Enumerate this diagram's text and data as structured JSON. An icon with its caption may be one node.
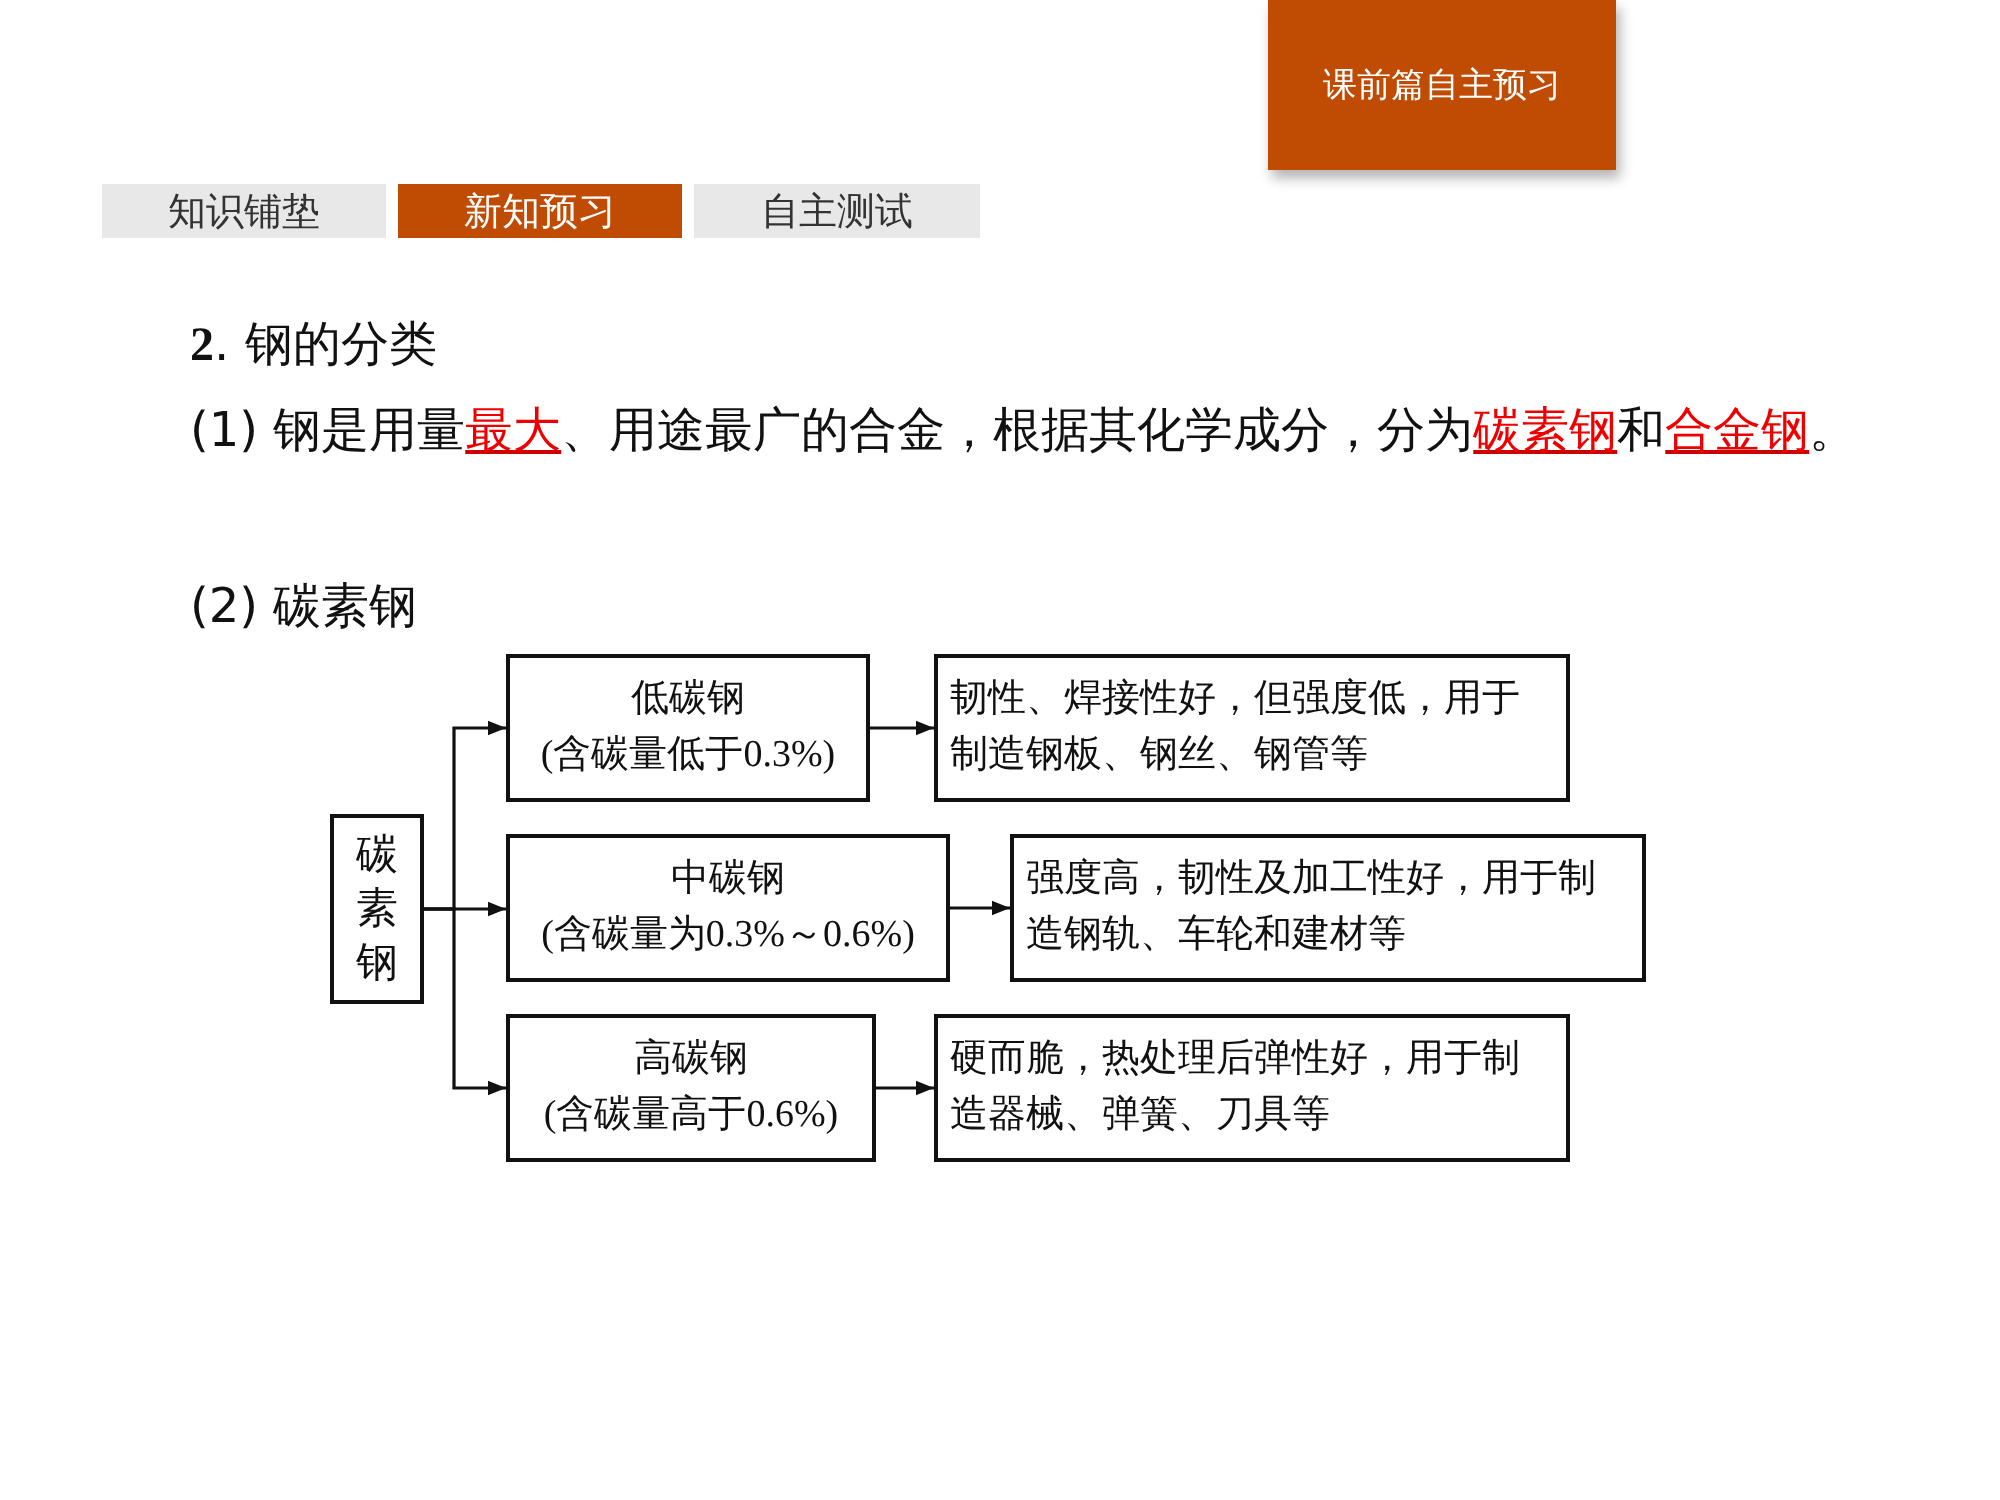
{
  "diagram": {
    "nodes": [
      {
        "text": [
          "碳素钢"
        ]
      },
      {
        "text": [
          "低碳钢",
          "(含碳量低于0.3%)"
        ]
      },
      {
        "text": [
          "韧性、焊接性好，但强度低，用于制造钢板、钢丝、钢管等"
        ]
      },
      {
        "text": [
          "中碳钢",
          "(含碳量为0.3%～0.6%)"
        ]
      },
      {
        "text": [
          "强度高，韧性及加工性好，用于制造钢轨、车轮和建材等"
        ]
      },
      {
        "text": [
          "高碳钢",
          "(含碳量高于0.6%)"
        ]
      },
      {
        "text": [
          "硬而脆，热处理后弹性好，用于制造器械、弹簧、刀具等"
        ]
      }
    ],
    "edges": [
      {
        "from": 0,
        "to": 1,
        "arrow": "to"
      },
      {
        "from": 0,
        "to": 3,
        "arrow": "to"
      },
      {
        "from": 0,
        "to": 5,
        "arrow": "to"
      },
      {
        "from": 1,
        "to": 2,
        "arrow": "to"
      },
      {
        "from": 3,
        "to": 4,
        "arrow": "to"
      },
      {
        "from": 5,
        "to": 6,
        "arrow": "to"
      }
    ],
    "labels": [
      "课前篇自主预习",
      "知识铺垫",
      "新知预习",
      "自主测试",
      "**2**. 钢的分类",
      "(1) 钢是用量**最大**、用途最广的合金，根据其化学成分，分为**碳素钢**和**合金钢**。",
      "(2) 碳素钢"
    ]
  }
}
